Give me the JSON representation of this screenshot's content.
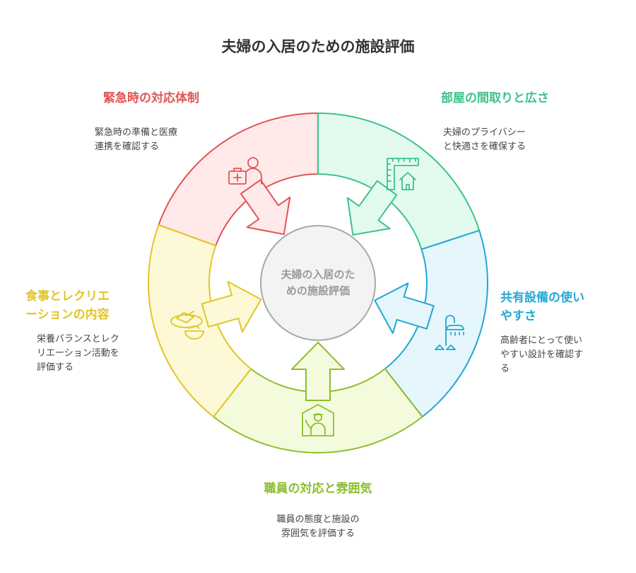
{
  "title": "夫婦の入居のための施設評価",
  "center_label": [
    "夫婦の入居のた",
    "めの施設評価"
  ],
  "sections": {
    "emergency": {
      "title": "緊急時の対応体制",
      "desc": "緊急時の準備と医療\n連携を確認する",
      "color": "#e05555",
      "fill": "#ffe9e9"
    },
    "room": {
      "title": "部屋の間取りと広さ",
      "desc": "夫婦のプライバシー\nと快適さを確保する",
      "color": "#3cc28a",
      "fill": "#e3faee"
    },
    "shared": {
      "title": "共有設備の使い\nやすさ",
      "desc": "高齢者にとって使い\nやすい設計を確認す\nる",
      "color": "#22a7d4",
      "fill": "#e6f6fd"
    },
    "staff": {
      "title": "職員の対応と雰囲気",
      "desc": "職員の態度と施設の\n雰囲気を評価する",
      "color": "#8cbe2d",
      "fill": "#f3fbdc"
    },
    "meals": {
      "title": "食事とレクリエ\nーションの内容",
      "desc": "栄養バランスとレク\nリエーション活動を\n評価する",
      "color": "#e0c626",
      "fill": "#fdf8d6"
    }
  }
}
